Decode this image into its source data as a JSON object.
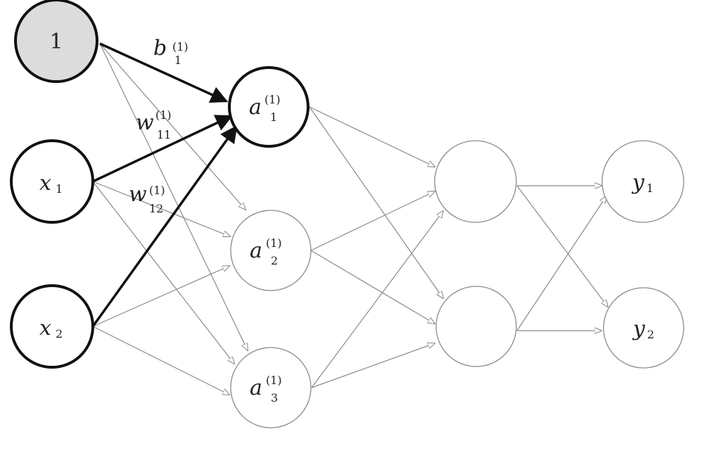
{
  "diagram": {
    "colors": {
      "bold_stroke": "#111111",
      "thin_stroke": "#8a8a8a",
      "bias_fill": "#dcdcdc",
      "node_fill": "#ffffff"
    },
    "input_layer": {
      "bias": {
        "label": "1"
      },
      "x1": {
        "base": "x",
        "sub": "1"
      },
      "x2": {
        "base": "x",
        "sub": "2"
      }
    },
    "hidden_layer_1": {
      "a1": {
        "base": "a",
        "sup": "(1)",
        "sub": "1"
      },
      "a2": {
        "base": "a",
        "sup": "(1)",
        "sub": "2"
      },
      "a3": {
        "base": "a",
        "sup": "(1)",
        "sub": "3"
      }
    },
    "hidden_layer_2": {
      "h1": {
        "label": ""
      },
      "h2": {
        "label": ""
      }
    },
    "output_layer": {
      "y1": {
        "base": "y",
        "sub": "1"
      },
      "y2": {
        "base": "y",
        "sub": "2"
      }
    },
    "edge_labels": {
      "b1": {
        "base": "b",
        "sup": "(1)",
        "sub": "1"
      },
      "w11": {
        "base": "w",
        "sup": "(1)",
        "sub": "11"
      },
      "w12": {
        "base": "w",
        "sup": "(1)",
        "sub": "12"
      }
    }
  }
}
